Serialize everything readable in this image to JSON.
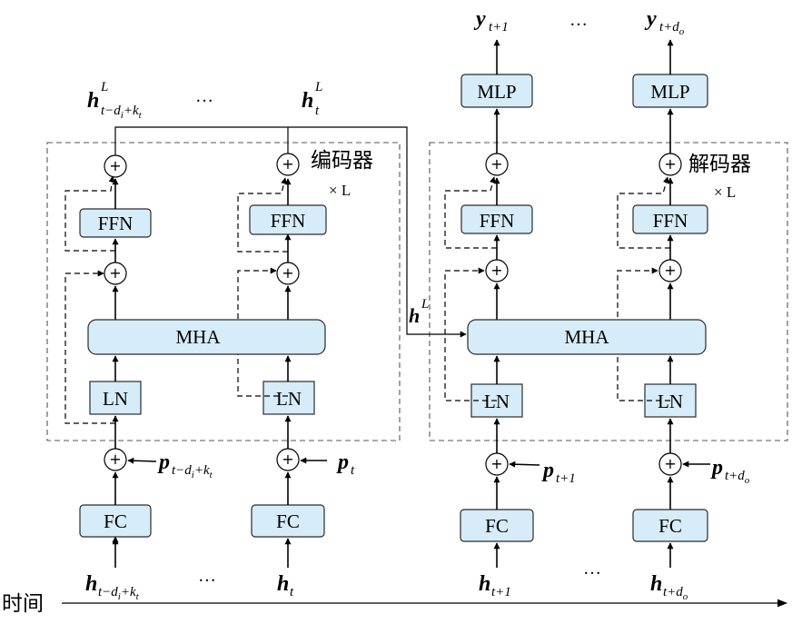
{
  "labels": {
    "encoder": "编码器",
    "decoder": "解码器",
    "time": "时间",
    "times_L": "× L",
    "h_L": "h",
    "h_L_sup": "L",
    "ellipsis": "…"
  },
  "blocks": {
    "mha": "MHA",
    "ln": "LN",
    "ffn": "FFN",
    "fc": "FC",
    "mlp": "MLP",
    "plus": "+"
  },
  "inputs": [
    {
      "base": "h",
      "sub": "t−d",
      "sub_i": "i",
      "sub_tail": "+k",
      "sub_t": "t"
    },
    {
      "base": "h",
      "sub": "t"
    },
    {
      "base": "h",
      "sub": "t+1"
    },
    {
      "base": "h",
      "sub": "t+d",
      "sub_o": "o"
    }
  ],
  "positions": [
    {
      "base": "p",
      "sub": "t−d",
      "sub_i": "i",
      "sub_tail": "+k",
      "sub_t": "t"
    },
    {
      "base": "p",
      "sub": "t"
    },
    {
      "base": "p",
      "sub": "t+1"
    },
    {
      "base": "p",
      "sub": "t+d",
      "sub_o": "o"
    }
  ],
  "encoder_outputs": [
    {
      "base": "h",
      "sup": "L",
      "sub": "t−d",
      "sub_i": "i",
      "sub_tail": "+k",
      "sub_t": "t"
    },
    {
      "base": "h",
      "sup": "L",
      "sub": "t"
    }
  ],
  "outputs": [
    {
      "base": "y",
      "sub": "t+1"
    },
    {
      "base": "y",
      "sub": "t+d",
      "sub_o": "o"
    }
  ]
}
